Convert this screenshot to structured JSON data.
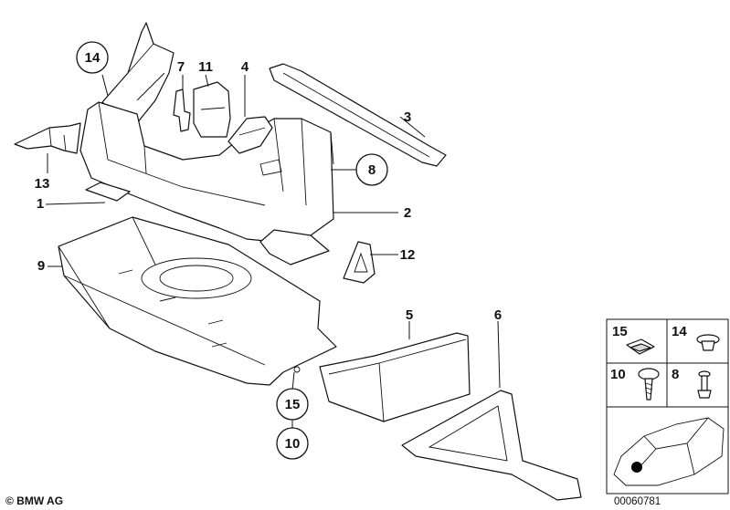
{
  "callouts": {
    "c1": "1",
    "c2": "2",
    "c3": "3",
    "c4": "4",
    "c5": "5",
    "c6": "6",
    "c7": "7",
    "c8": "8",
    "c9": "9",
    "c10": "10",
    "c11": "11",
    "c12": "12",
    "c13": "13",
    "c14": "14",
    "c15": "15",
    "c15b": "15",
    "c10b": "10"
  },
  "inset": {
    "cell_15": "15",
    "cell_14": "14",
    "cell_10": "10",
    "cell_8": "8"
  },
  "footer": {
    "copyright": "© BMW AG",
    "diagram_number": "00060781"
  }
}
